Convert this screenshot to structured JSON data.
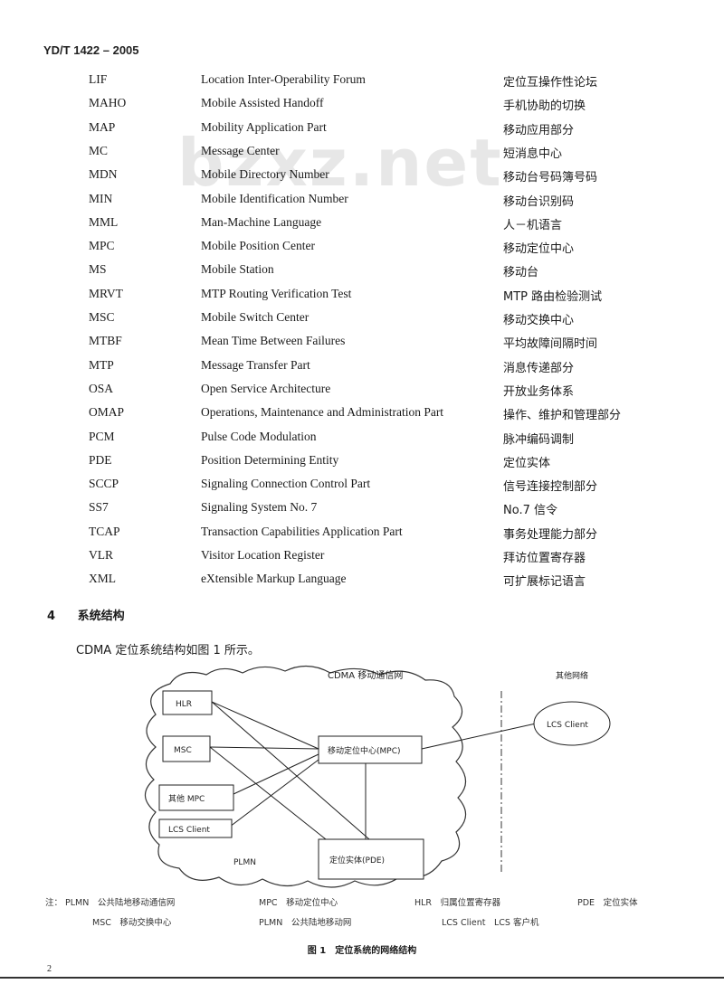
{
  "header": {
    "doc_id": "YD/T 1422 – 2005"
  },
  "watermark": {
    "text": "bzxz.net"
  },
  "abbreviations": [
    {
      "abbr": "LIF",
      "english": "Location Inter-Operability Forum",
      "chinese": "定位互操作性论坛"
    },
    {
      "abbr": "MAHO",
      "english": "Mobile Assisted Handoff",
      "chinese": "手机协助的切换"
    },
    {
      "abbr": "MAP",
      "english": "Mobility Application Part",
      "chinese": "移动应用部分"
    },
    {
      "abbr": "MC",
      "english": "Message Center",
      "chinese": "短消息中心"
    },
    {
      "abbr": "MDN",
      "english": "Mobile Directory Number",
      "chinese": "移动台号码簿号码"
    },
    {
      "abbr": "MIN",
      "english": "Mobile Identification Number",
      "chinese": "移动台识别码"
    },
    {
      "abbr": "MML",
      "english": "Man-Machine Language",
      "chinese": "人－机语言"
    },
    {
      "abbr": "MPC",
      "english": "Mobile Position Center",
      "chinese": "移动定位中心"
    },
    {
      "abbr": "MS",
      "english": "Mobile Station",
      "chinese": "移动台"
    },
    {
      "abbr": "MRVT",
      "english": "MTP Routing Verification Test",
      "chinese": "MTP 路由检验测试"
    },
    {
      "abbr": "MSC",
      "english": "Mobile Switch Center",
      "chinese": "移动交换中心"
    },
    {
      "abbr": "MTBF",
      "english": "Mean Time Between Failures",
      "chinese": "平均故障间隔时间"
    },
    {
      "abbr": "MTP",
      "english": "Message Transfer Part",
      "chinese": "消息传递部分"
    },
    {
      "abbr": "OSA",
      "english": "Open Service Architecture",
      "chinese": "开放业务体系"
    },
    {
      "abbr": "OMAP",
      "english": "Operations, Maintenance and Administration Part",
      "chinese": "操作、维护和管理部分"
    },
    {
      "abbr": "PCM",
      "english": "Pulse Code Modulation",
      "chinese": "脉冲编码调制"
    },
    {
      "abbr": "PDE",
      "english": "Position Determining Entity",
      "chinese": "定位实体"
    },
    {
      "abbr": "SCCP",
      "english": "Signaling Connection Control Part",
      "chinese": "信号连接控制部分"
    },
    {
      "abbr": "SS7",
      "english": "Signaling System No. 7",
      "chinese": "No.7 信令"
    },
    {
      "abbr": "TCAP",
      "english": "Transaction Capabilities Application Part",
      "chinese": "事务处理能力部分"
    },
    {
      "abbr": "VLR",
      "english": "Visitor Location Register",
      "chinese": "拜访位置寄存器"
    },
    {
      "abbr": "XML",
      "english": "eXtensible Markup Language",
      "chinese": "可扩展标记语言"
    }
  ],
  "section": {
    "number": "4",
    "title": "系统结构"
  },
  "intro_text": "CDMA 定位系统结构如图 1 所示。",
  "diagram": {
    "cloud_label": "CDMA 移动通信网",
    "other_network_label": "其他网络",
    "nodes": {
      "hlr": "HLR",
      "msc": "MSC",
      "mpc": "移动定位中心(MPC)",
      "other_mpc": "其他 MPC",
      "lcs_client_inside": "LCS Client",
      "lcs_client_outside": "LCS Client",
      "pde": "定位实体(PDE)",
      "plmn": "PLMN"
    }
  },
  "legend": {
    "prefix": "注：",
    "items": [
      {
        "abbr": "PLMN",
        "desc": "公共陆地移动通信网"
      },
      {
        "abbr": "MPC",
        "desc": "移动定位中心"
      },
      {
        "abbr": "HLR",
        "desc": "归属位置寄存器"
      },
      {
        "abbr": "PDE",
        "desc": "定位实体"
      },
      {
        "abbr": "MSC",
        "desc": "移动交换中心"
      },
      {
        "abbr": "PLMN",
        "desc": "公共陆地移动网"
      },
      {
        "abbr": "LCS Client",
        "desc": "LCS 客户机"
      }
    ]
  },
  "caption": "图 1　定位系统的网络结构",
  "page_number": "2"
}
